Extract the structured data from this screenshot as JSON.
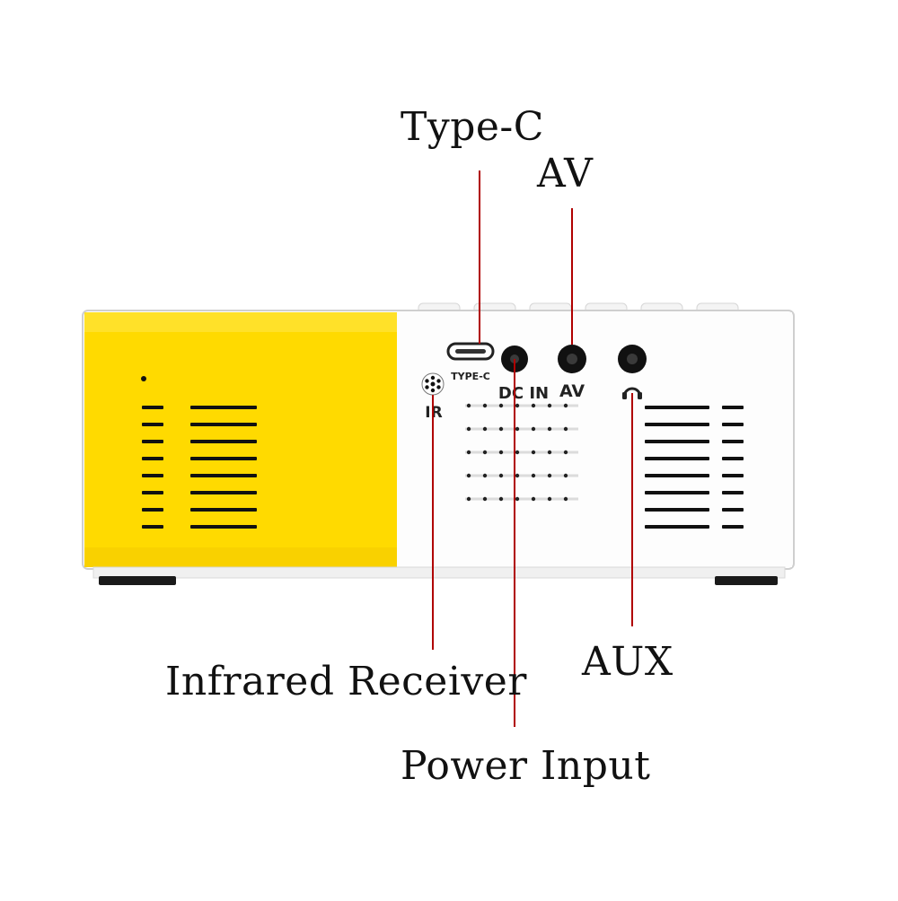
{
  "callouts": {
    "type_c": "Type-C",
    "av": "AV",
    "aux": "AUX",
    "infrared": "Infrared Receiver",
    "power": "Power Input"
  },
  "device_labels": {
    "type_c": "TYPE-C",
    "ir": "IR",
    "dc_in": "DC IN",
    "av": "AV"
  },
  "icons": {
    "headphone": "headphone-icon",
    "ir_sensor": "ir-sensor-icon"
  },
  "colors": {
    "yellow_panel": "#FFDA00",
    "body": "#FFFFFF",
    "leader_line": "#B00000",
    "vent": "#111111"
  }
}
